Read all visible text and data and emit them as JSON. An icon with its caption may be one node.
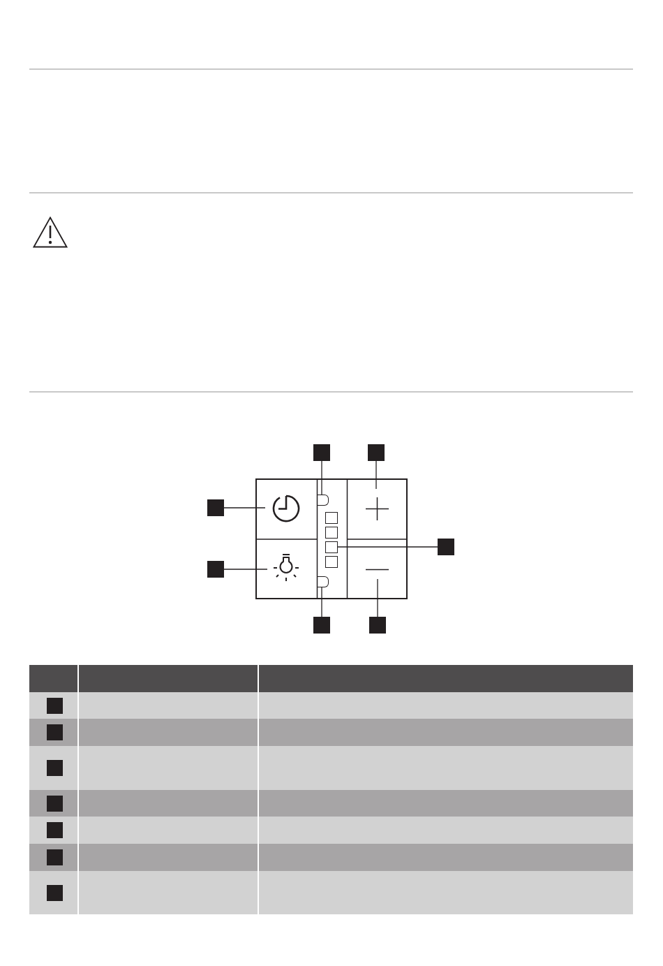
{
  "diagram": {
    "nodes": [
      {
        "text": [],
        "shape": "box"
      },
      {
        "text": [],
        "shape": "box"
      },
      {
        "text": [],
        "shape": "box"
      },
      {
        "text": [],
        "shape": "box"
      },
      {
        "text": [],
        "shape": "clock",
        "in": 3
      },
      {
        "text": [],
        "shape": "box",
        "in": 3
      },
      {
        "text": [],
        "shape": "plus",
        "in": 3
      },
      {
        "text": [],
        "shape": "box",
        "in": 3
      },
      {
        "text": [],
        "shape": "box",
        "in": 3
      },
      {
        "text": [],
        "shape": "box",
        "in": 3
      },
      {
        "text": [],
        "shape": "box",
        "in": 3
      },
      {
        "text": [],
        "shape": "box"
      },
      {
        "text": [],
        "shape": "box"
      },
      {
        "text": [],
        "shape": "bulb",
        "in": 3
      },
      {
        "text": [],
        "shape": "box",
        "in": 3
      },
      {
        "text": [],
        "shape": "minus",
        "in": 3
      },
      {
        "text": [],
        "shape": "box"
      },
      {
        "text": [],
        "shape": "box"
      }
    ],
    "edges": [
      {
        "from": 0,
        "to": 5,
        "arrow": "none"
      },
      {
        "from": 1,
        "to": 6,
        "arrow": "none"
      },
      {
        "from": 2,
        "to": 4,
        "arrow": "none"
      },
      {
        "from": 11,
        "to": 9,
        "arrow": "none"
      },
      {
        "from": 12,
        "to": 13,
        "arrow": "none"
      },
      {
        "from": 16,
        "to": 14,
        "arrow": "none"
      },
      {
        "from": 17,
        "to": 15,
        "arrow": "none"
      }
    ]
  }
}
